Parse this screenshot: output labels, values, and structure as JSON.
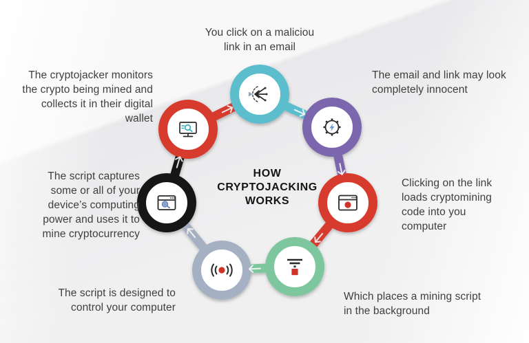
{
  "center": {
    "title": "HOW\nCRYPTOJACKING\nWORKS"
  },
  "steps": [
    {
      "id": "click-malicious-link",
      "position": "top",
      "ring_color": "#5cbecd",
      "icon": "click-icon",
      "label": "You click on a maliciou\nlink in an email"
    },
    {
      "id": "innocent-looking-email",
      "position": "top-right",
      "ring_color": "#7b66ad",
      "icon": "gear-bolt-icon",
      "label": "The email and link may look\ncompletely innocent"
    },
    {
      "id": "loads-cryptomining-code",
      "position": "right",
      "ring_color": "#d63b2f",
      "icon": "browser-dot-icon",
      "label": "Clicking on the link\nloads cryptomining\ncode into you\ncomputer"
    },
    {
      "id": "places-mining-script",
      "position": "bottom-right",
      "ring_color": "#7dc69e",
      "icon": "signal-square-icon",
      "label": "Which places a mining script\nin the background"
    },
    {
      "id": "script-controls-computer",
      "position": "bottom-left",
      "ring_color": "#a6b0c3",
      "icon": "broadcast-icon",
      "label": "The script is designed to\ncontrol your computer"
    },
    {
      "id": "captures-computing-power",
      "position": "left",
      "ring_color": "#141414",
      "icon": "browser-search-icon",
      "label": "The script captures\nsome or all of your\ndevice’s computing\npower and uses it to\nmine cryptocurrency"
    },
    {
      "id": "collects-mined-crypto",
      "position": "top-left",
      "ring_color": "#d63b2f",
      "icon": "monitor-search-icon",
      "label": "The cryptojacker monitors\nthe crypto being mined and\ncollects it in their digital\nwallet"
    }
  ],
  "colors": {
    "icon_stroke": "#2a2a2a",
    "accent_red": "#cf3227",
    "accent_blue": "#6f98d4",
    "accent_teal": "#2fa9b8",
    "magnifier_blue": "#8aa4cf",
    "arrow": "#f8f8f8",
    "inner_circle": "#ffffff"
  }
}
